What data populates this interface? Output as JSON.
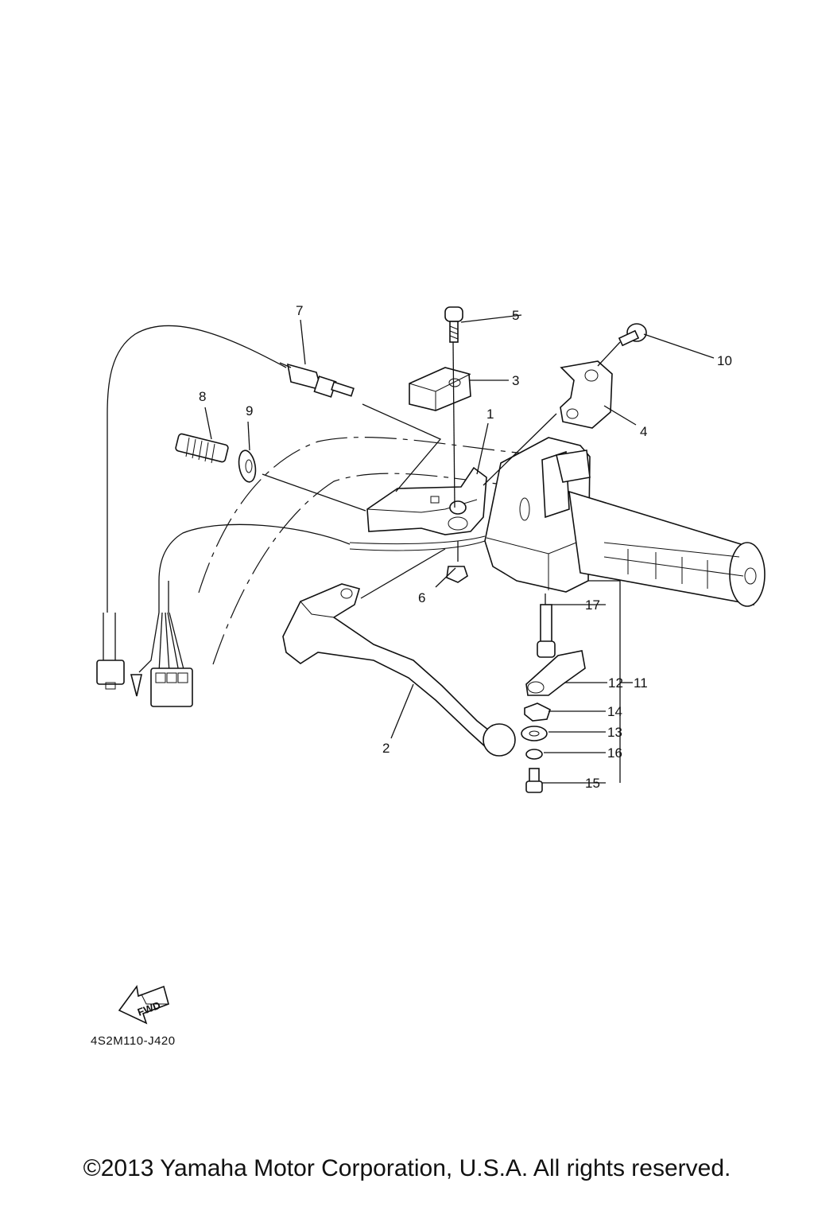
{
  "diagram": {
    "callouts": [
      "1",
      "2",
      "3",
      "4",
      "5",
      "6",
      "7",
      "8",
      "9",
      "10",
      "11",
      "12",
      "13",
      "14",
      "15",
      "16",
      "17"
    ],
    "fwd_label": "FWD",
    "drawing_code": "4S2M110-J420"
  },
  "footer": {
    "copyright": "©2013 Yamaha Motor Corporation, U.S.A. All rights reserved."
  }
}
